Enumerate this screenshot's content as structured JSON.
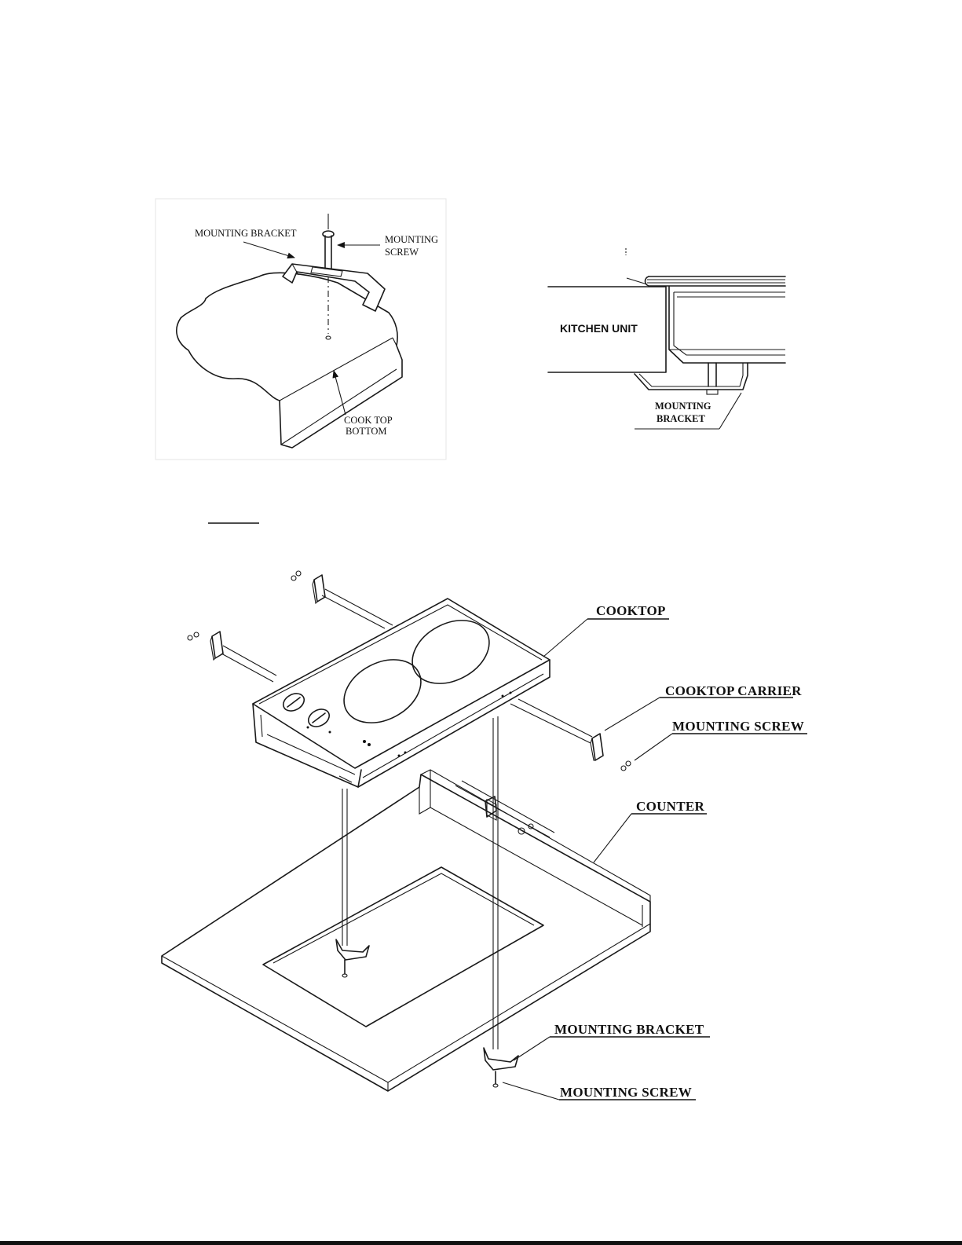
{
  "fig1": {
    "mounting_bracket": "MOUNTING BRACKET",
    "mounting_screw_line1": "MOUNTING",
    "mounting_screw_line2": "SCREW",
    "cook_top_line1": "COOK TOP",
    "cook_top_line2": "BOTTOM"
  },
  "fig2": {
    "kitchen_unit": "KITCHEN UNIT",
    "mounting_bracket_line1": "MOUNTING",
    "mounting_bracket_line2": "BRACKET"
  },
  "fig3": {
    "cooktop": "COOKTOP",
    "cooktop_carrier": "COOKTOP CARRIER",
    "mounting_screw_top": "MOUNTING SCREW",
    "counter": "COUNTER",
    "mounting_bracket": "MOUNTING BRACKET",
    "mounting_screw_bottom": "MOUNTING SCREW"
  }
}
